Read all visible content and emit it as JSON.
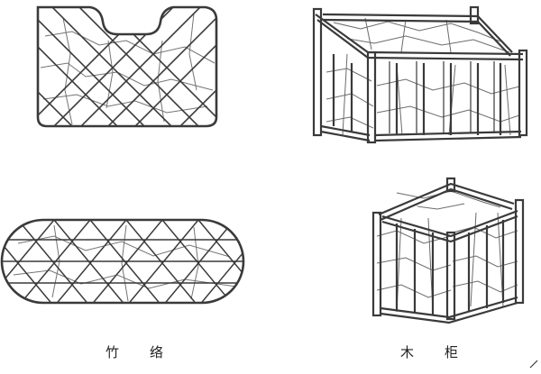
{
  "labels": {
    "left_char1": "竹",
    "left_char2": "络",
    "right_char1": "木",
    "right_char2": "柜"
  },
  "colors": {
    "ink": "#3a3a3a",
    "paper": "#ffffff"
  },
  "figures": [
    "bamboo-cage-rectangular",
    "bamboo-cage-oval",
    "wooden-crib-large",
    "wooden-crib-small"
  ]
}
